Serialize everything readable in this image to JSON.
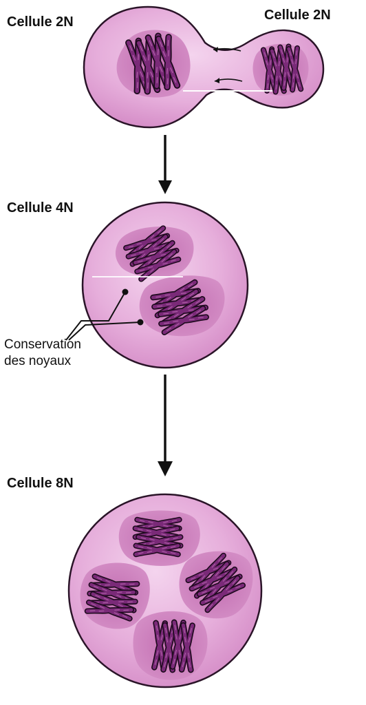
{
  "labels": {
    "cell_left_2n": "Cellule 2N",
    "cell_right_2n": "Cellule 2N",
    "cell_4n": "Cellule 4N",
    "cell_8n": "Cellule 8N"
  },
  "annotation": {
    "line1": "Conservation",
    "line2": "des noyaux"
  },
  "colors": {
    "cytoplasm": "#e2a3d4",
    "cytoplasm_center": "#f0c6e8",
    "membrane": "#2a1428",
    "nucleus": "#c977b8",
    "chromosome": "#6a2068",
    "chromosome_outline": "#1e0a1e"
  }
}
